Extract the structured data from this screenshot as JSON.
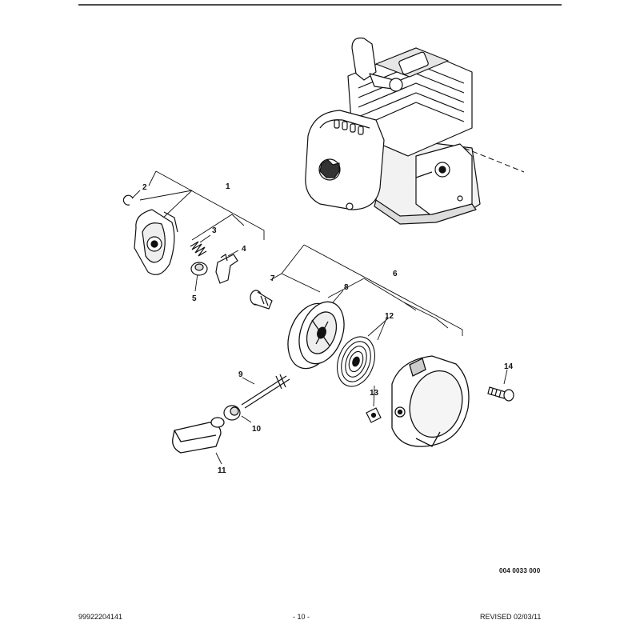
{
  "callouts": {
    "c1": "1",
    "c2": "2",
    "c3": "3",
    "c4": "4",
    "c5": "5",
    "c6": "6",
    "c7": "7",
    "c8": "8",
    "c9": "9",
    "c10": "10",
    "c11": "11",
    "c12": "12",
    "c13": "13",
    "c14": "14"
  },
  "figure_ref": "004 0033 000",
  "footer": {
    "part_number": "99922204141",
    "page": "- 10 -",
    "revised": "REVISED 02/03/11"
  },
  "colors": {
    "ink": "#111111",
    "paper": "#ffffff",
    "shade": "#d9d9d9"
  }
}
